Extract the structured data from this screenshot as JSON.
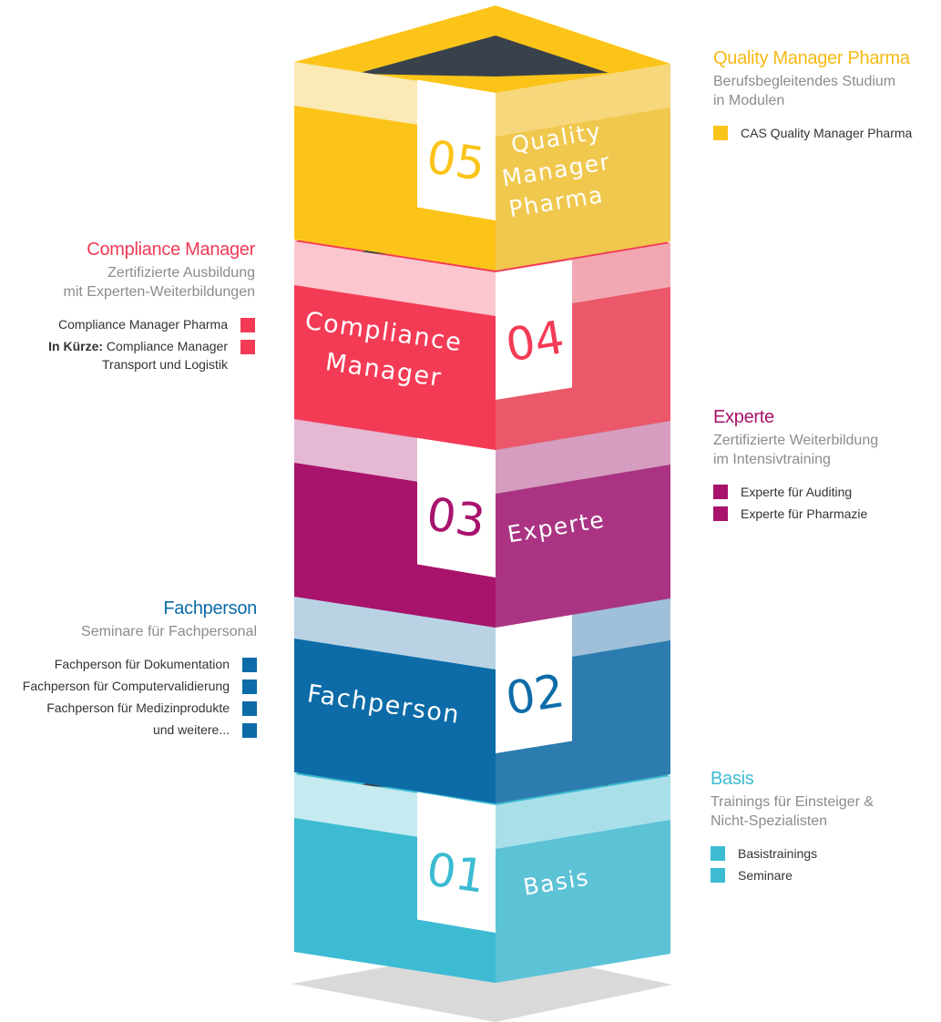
{
  "tiers": [
    {
      "number": "05",
      "box_lines": [
        "Quality",
        "Manager",
        "Pharma"
      ],
      "colors": {
        "front": "#fcc419",
        "side": "#f0c84e",
        "band_front": "#fbe9b6",
        "band_side": "#f7d77c",
        "top": "#fcc419"
      },
      "title": "Quality Manager Pharma",
      "subtitle_lines": [
        "Berufsbegleitendes Studium",
        "in Modulen"
      ],
      "items": [
        {
          "text": "CAS Quality Manager Pharma"
        }
      ],
      "accent": "#fcc419",
      "title_color": "#f5b914"
    },
    {
      "number": "04",
      "box_lines": [
        "Compliance",
        "Manager"
      ],
      "colors": {
        "front": "#f43b56",
        "side": "#ea5869",
        "band_front": "#fbc6ce",
        "band_side": "#f2a8b2",
        "top": "#f43b56"
      },
      "title": "Compliance Manager",
      "subtitle_lines": [
        "Zertifizierte Ausbildung",
        "mit Experten-Weiterbildungen"
      ],
      "items": [
        {
          "text": "Compliance Manager Pharma"
        },
        {
          "prefix": "In Kürze:",
          "text": " Compliance Manager",
          "line2": "Transport und Logistik"
        }
      ],
      "accent": "#f43b56",
      "title_color": "#f03a55"
    },
    {
      "number": "03",
      "box_lines": [
        "Experte"
      ],
      "colors": {
        "front": "#a8136c",
        "side": "#aa3483",
        "band_front": "#e5b8d3",
        "band_side": "#d69dc1",
        "top": "#a8136c"
      },
      "title": "Experte",
      "subtitle_lines": [
        "Zertifizierte Weiterbildung",
        "im Intensivtraining"
      ],
      "items": [
        {
          "text": "Experte für Auditing"
        },
        {
          "text": "Experte für Pharmazie"
        }
      ],
      "accent": "#a8136c",
      "title_color": "#a8136c"
    },
    {
      "number": "02",
      "box_lines": [
        "Fachperson"
      ],
      "colors": {
        "front": "#0d6ca8",
        "side": "#2d7caf",
        "band_front": "#b9d3e5",
        "band_side": "#9fc0d8",
        "top": "#0d6ca8"
      },
      "title": "Fachperson",
      "subtitle_lines": [
        "Seminare für Fachpersonal"
      ],
      "items": [
        {
          "text": "Fachperson für Dokumentation"
        },
        {
          "text": "Fachperson für Computervalidierung"
        },
        {
          "text": "Fachperson für Medizinprodukte"
        },
        {
          "text": "und weitere..."
        }
      ],
      "accent": "#0d6ca8",
      "title_color": "#0d6ca8"
    },
    {
      "number": "01",
      "box_lines": [
        "Basis"
      ],
      "colors": {
        "front": "#3cbbd2",
        "side": "#5cc2d6",
        "band_front": "#c5eaf0",
        "band_side": "#a9dfe9",
        "top": "#3cbbd2"
      },
      "title": "Basis",
      "subtitle_lines": [
        "Trainings für Einsteiger &",
        "Nicht-Spezialisten"
      ],
      "items": [
        {
          "text": "Basistrainings"
        },
        {
          "text": "Seminare"
        }
      ],
      "accent": "#3cbbd2",
      "title_color": "#3cbbd2"
    }
  ],
  "colors": {
    "inner_dark": "#39424b",
    "label_white": "#ffffff",
    "shadow": "#d9d9d9"
  }
}
